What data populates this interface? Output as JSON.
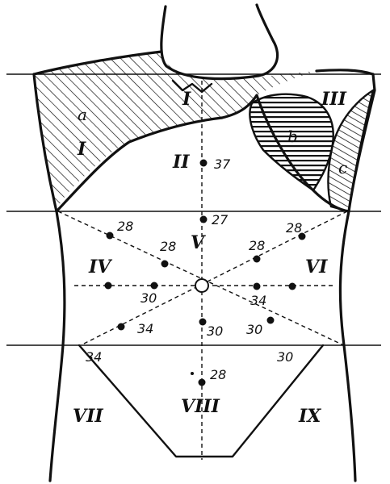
{
  "regions": {
    "I": "I",
    "II": "II",
    "III": "III",
    "IV": "IV",
    "V": "V",
    "VI": "VI",
    "VII": "VII",
    "VIII": "VIII",
    "IX": "IX"
  },
  "areas": {
    "a": "a",
    "b": "b",
    "c": "c"
  },
  "points": {
    "p37": "37",
    "p27": "27",
    "upper_left_28": "28",
    "upper_right_28": "28",
    "inner_left_28": "28",
    "inner_right_28": "28",
    "mid_left_30": "30",
    "mid_right_34": "34",
    "lower_left_34": "34",
    "lower_center_30": "30",
    "lower_right_30": "30",
    "pelvis_left_34": "34",
    "pelvis_right_30": "30",
    "bottom_28": "28"
  },
  "colors": {
    "ink": "#111111",
    "background": "#ffffff"
  }
}
